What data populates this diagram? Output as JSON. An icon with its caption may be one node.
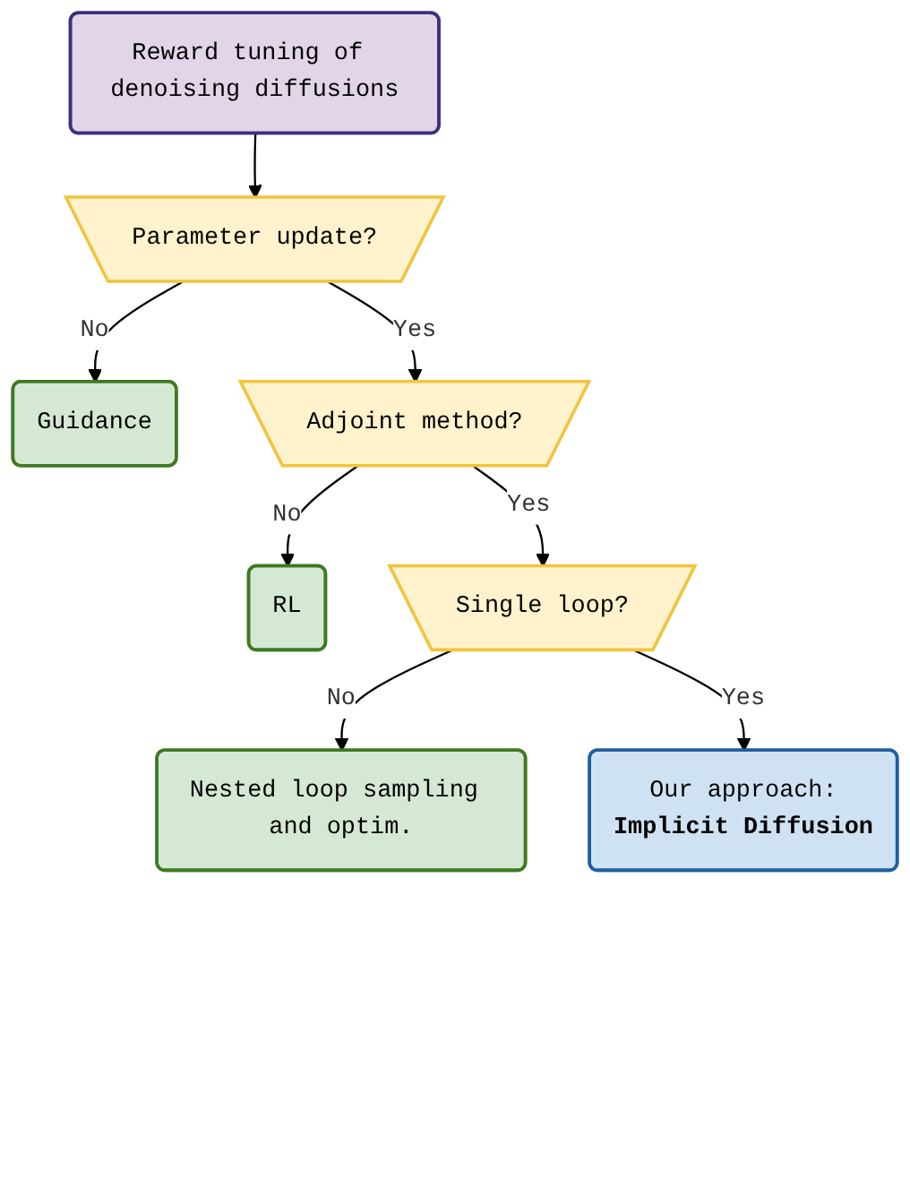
{
  "diagram": {
    "nodes": [
      {
        "text": [
          "Reward tuning of denoising diffusions"
        ]
      },
      {
        "text": [
          "Parameter update?"
        ]
      },
      {
        "text": [
          "Guidance"
        ]
      },
      {
        "text": [
          "Adjoint method?"
        ]
      },
      {
        "text": [
          "RL"
        ]
      },
      {
        "text": [
          "Single loop?"
        ]
      },
      {
        "text": [
          "Nested loop sampling and optim."
        ]
      },
      {
        "text": [
          "Our approach:",
          "Implicit Diffusion"
        ]
      }
    ],
    "edges": [
      {
        "from": 0,
        "to": 1,
        "arrow": "to"
      },
      {
        "from": 1,
        "to": 2,
        "arrow": "to",
        "label": "No"
      },
      {
        "from": 1,
        "to": 3,
        "arrow": "to",
        "label": "Yes"
      },
      {
        "from": 3,
        "to": 4,
        "arrow": "to",
        "label": "No"
      },
      {
        "from": 3,
        "to": 5,
        "arrow": "to",
        "label": "Yes"
      },
      {
        "from": 5,
        "to": 6,
        "arrow": "to",
        "label": "No"
      },
      {
        "from": 5,
        "to": 7,
        "arrow": "to",
        "label": "Yes"
      }
    ]
  }
}
